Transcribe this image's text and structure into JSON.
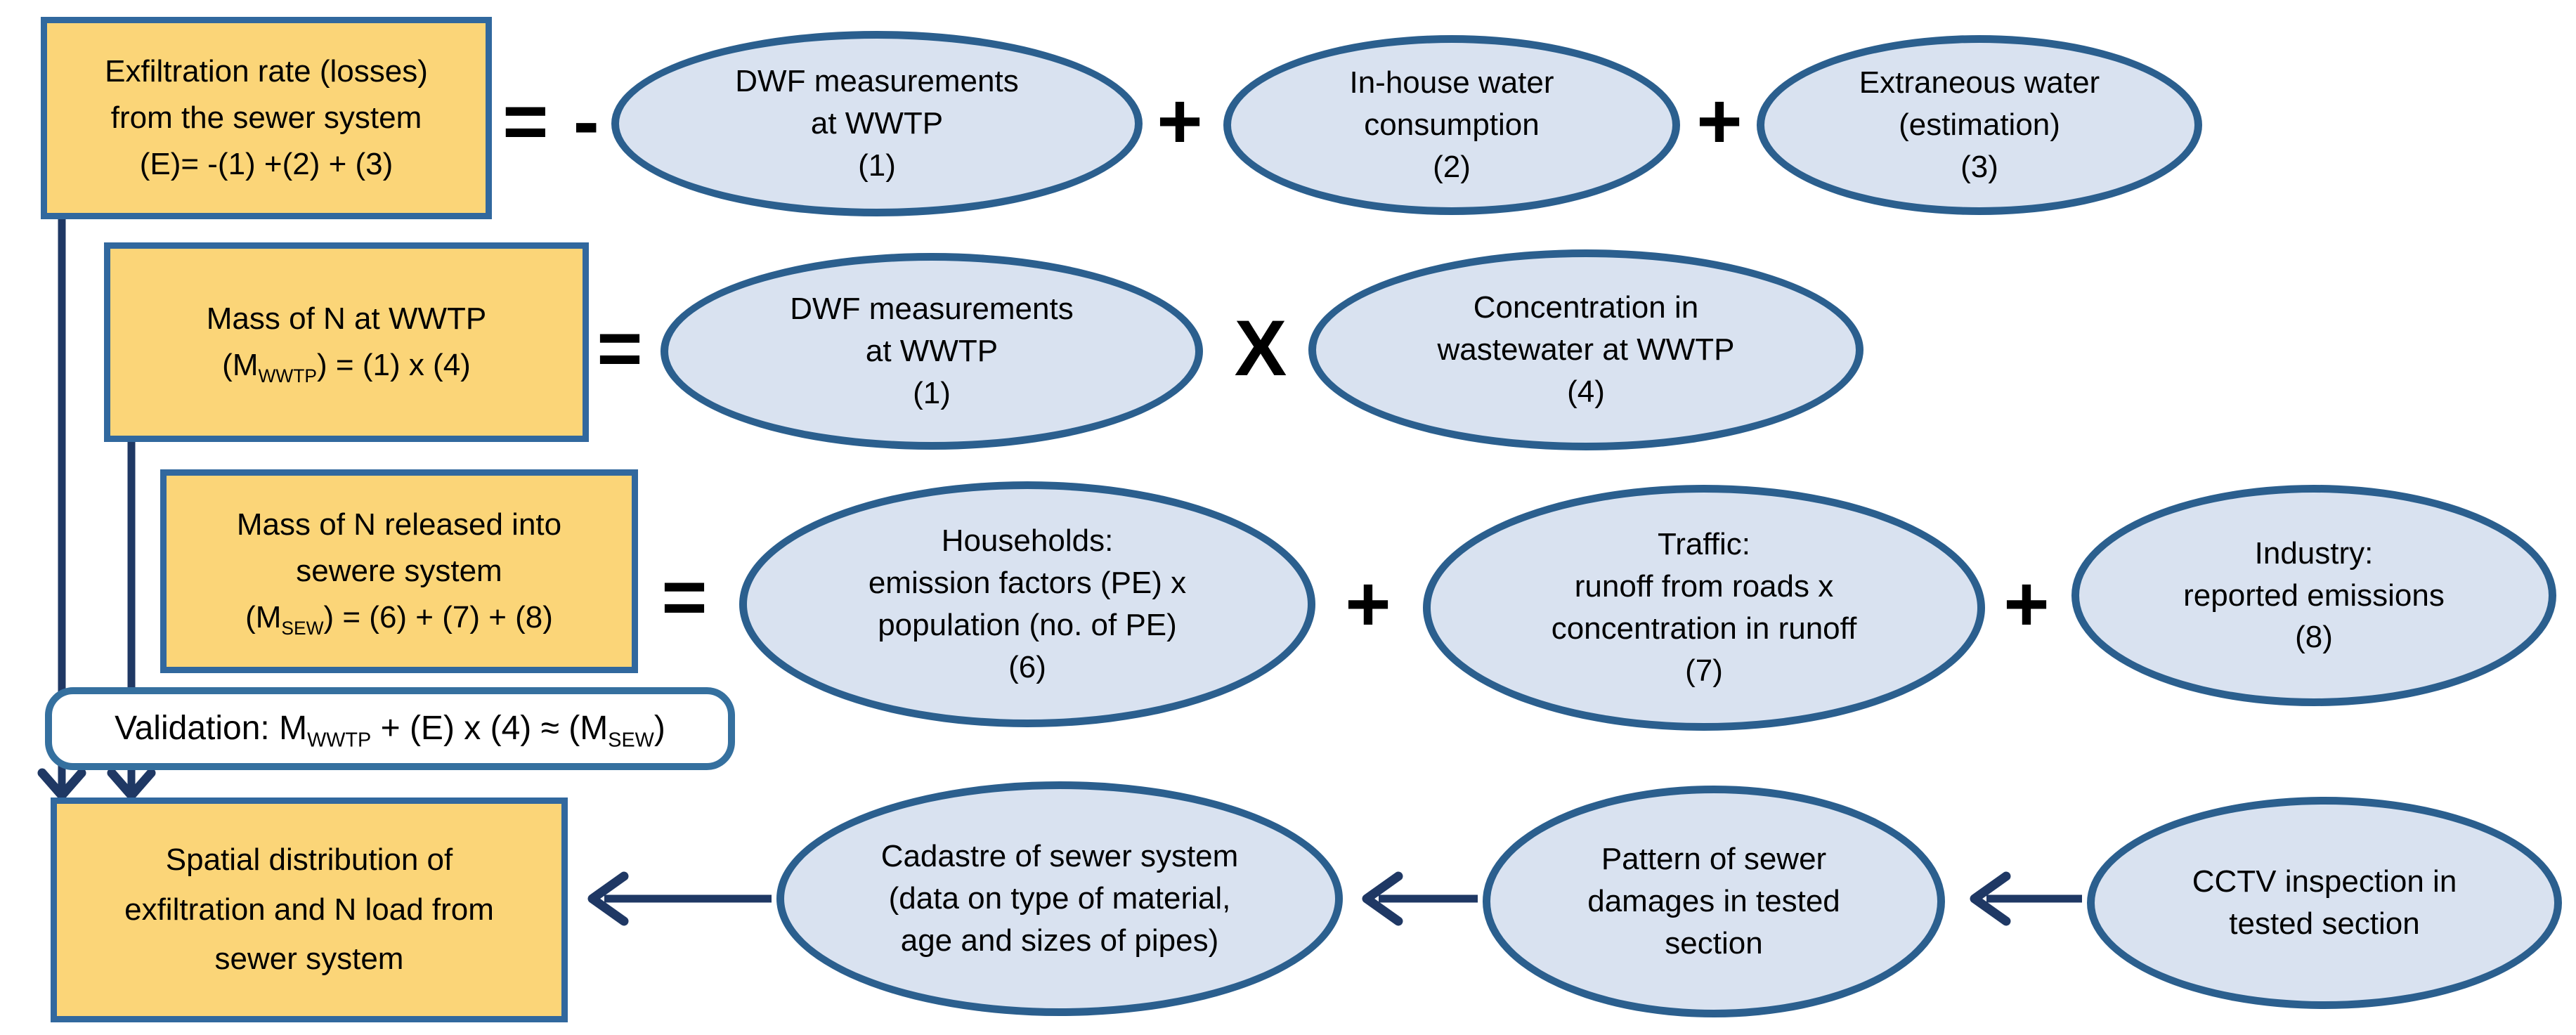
{
  "colors": {
    "background": "#ffffff",
    "box_fill": "#FBD578",
    "box_border": "#31689E",
    "ellipse_fill": "#D9E2F0",
    "ellipse_border": "#2B5F8E",
    "validation_fill": "#ffffff",
    "validation_border": "#35709F",
    "connector": "#1F3864",
    "text": "#000000"
  },
  "boxes": {
    "exfiltration": {
      "lines": [
        "Exfiltration rate (losses)",
        "from the sewer system",
        "(E)= -(1) +(2) + (3)"
      ]
    },
    "mass_wwtp": {
      "lines": [
        "Mass of N at WWTP",
        [
          {
            "t": "(M"
          },
          {
            "t": "WWTP",
            "sub": true
          },
          {
            "t": ") = (1) x (4)"
          }
        ]
      ]
    },
    "mass_sewer": {
      "lines": [
        "Mass of N released into",
        "sewere system",
        [
          {
            "t": "(M"
          },
          {
            "t": "SEW",
            "sub": true
          },
          {
            "t": ") = (6) + (7) + (8)"
          }
        ]
      ]
    },
    "validation": {
      "lines": [
        [
          {
            "t": "Validation: M"
          },
          {
            "t": "WWTP",
            "sub": true
          },
          {
            "t": " + (E) x (4) ≈ (M"
          },
          {
            "t": "SEW",
            "sub": true
          },
          {
            "t": ")"
          }
        ]
      ]
    },
    "spatial": {
      "lines": [
        "Spatial distribution of",
        "exfiltration and N load from",
        "sewer system"
      ]
    }
  },
  "ellipses": {
    "dwf_row1": {
      "lines": [
        "DWF measurements",
        "at WWTP",
        "(1)"
      ]
    },
    "inhouse": {
      "lines": [
        "In-house water",
        "consumption",
        "(2)"
      ]
    },
    "extraneous": {
      "lines": [
        "Extraneous water",
        "(estimation)",
        "(3)"
      ]
    },
    "dwf_row2": {
      "lines": [
        "DWF measurements",
        "at WWTP",
        "(1)"
      ]
    },
    "concentration": {
      "lines": [
        "Concentration in",
        "wastewater at WWTP",
        "(4)"
      ]
    },
    "households": {
      "lines": [
        "Households:",
        "emission factors (PE) x",
        "population (no. of PE)",
        "(6)"
      ]
    },
    "traffic": {
      "lines": [
        "Traffic:",
        "runoff from roads x",
        "concentration in runoff",
        "(7)"
      ]
    },
    "industry": {
      "lines": [
        "Industry:",
        "reported emissions",
        "(8)"
      ]
    },
    "cadastre": {
      "lines": [
        "Cadastre of sewer system",
        "(data on type of material,",
        "age and sizes of pipes)"
      ]
    },
    "pattern": {
      "lines": [
        "Pattern of sewer",
        "damages in tested",
        "section"
      ]
    },
    "cctv": {
      "lines": [
        "CCTV inspection in",
        "tested section"
      ]
    }
  },
  "operators": {
    "equals_minus": "= -",
    "equals": "=",
    "plus": "+",
    "times": "X"
  }
}
